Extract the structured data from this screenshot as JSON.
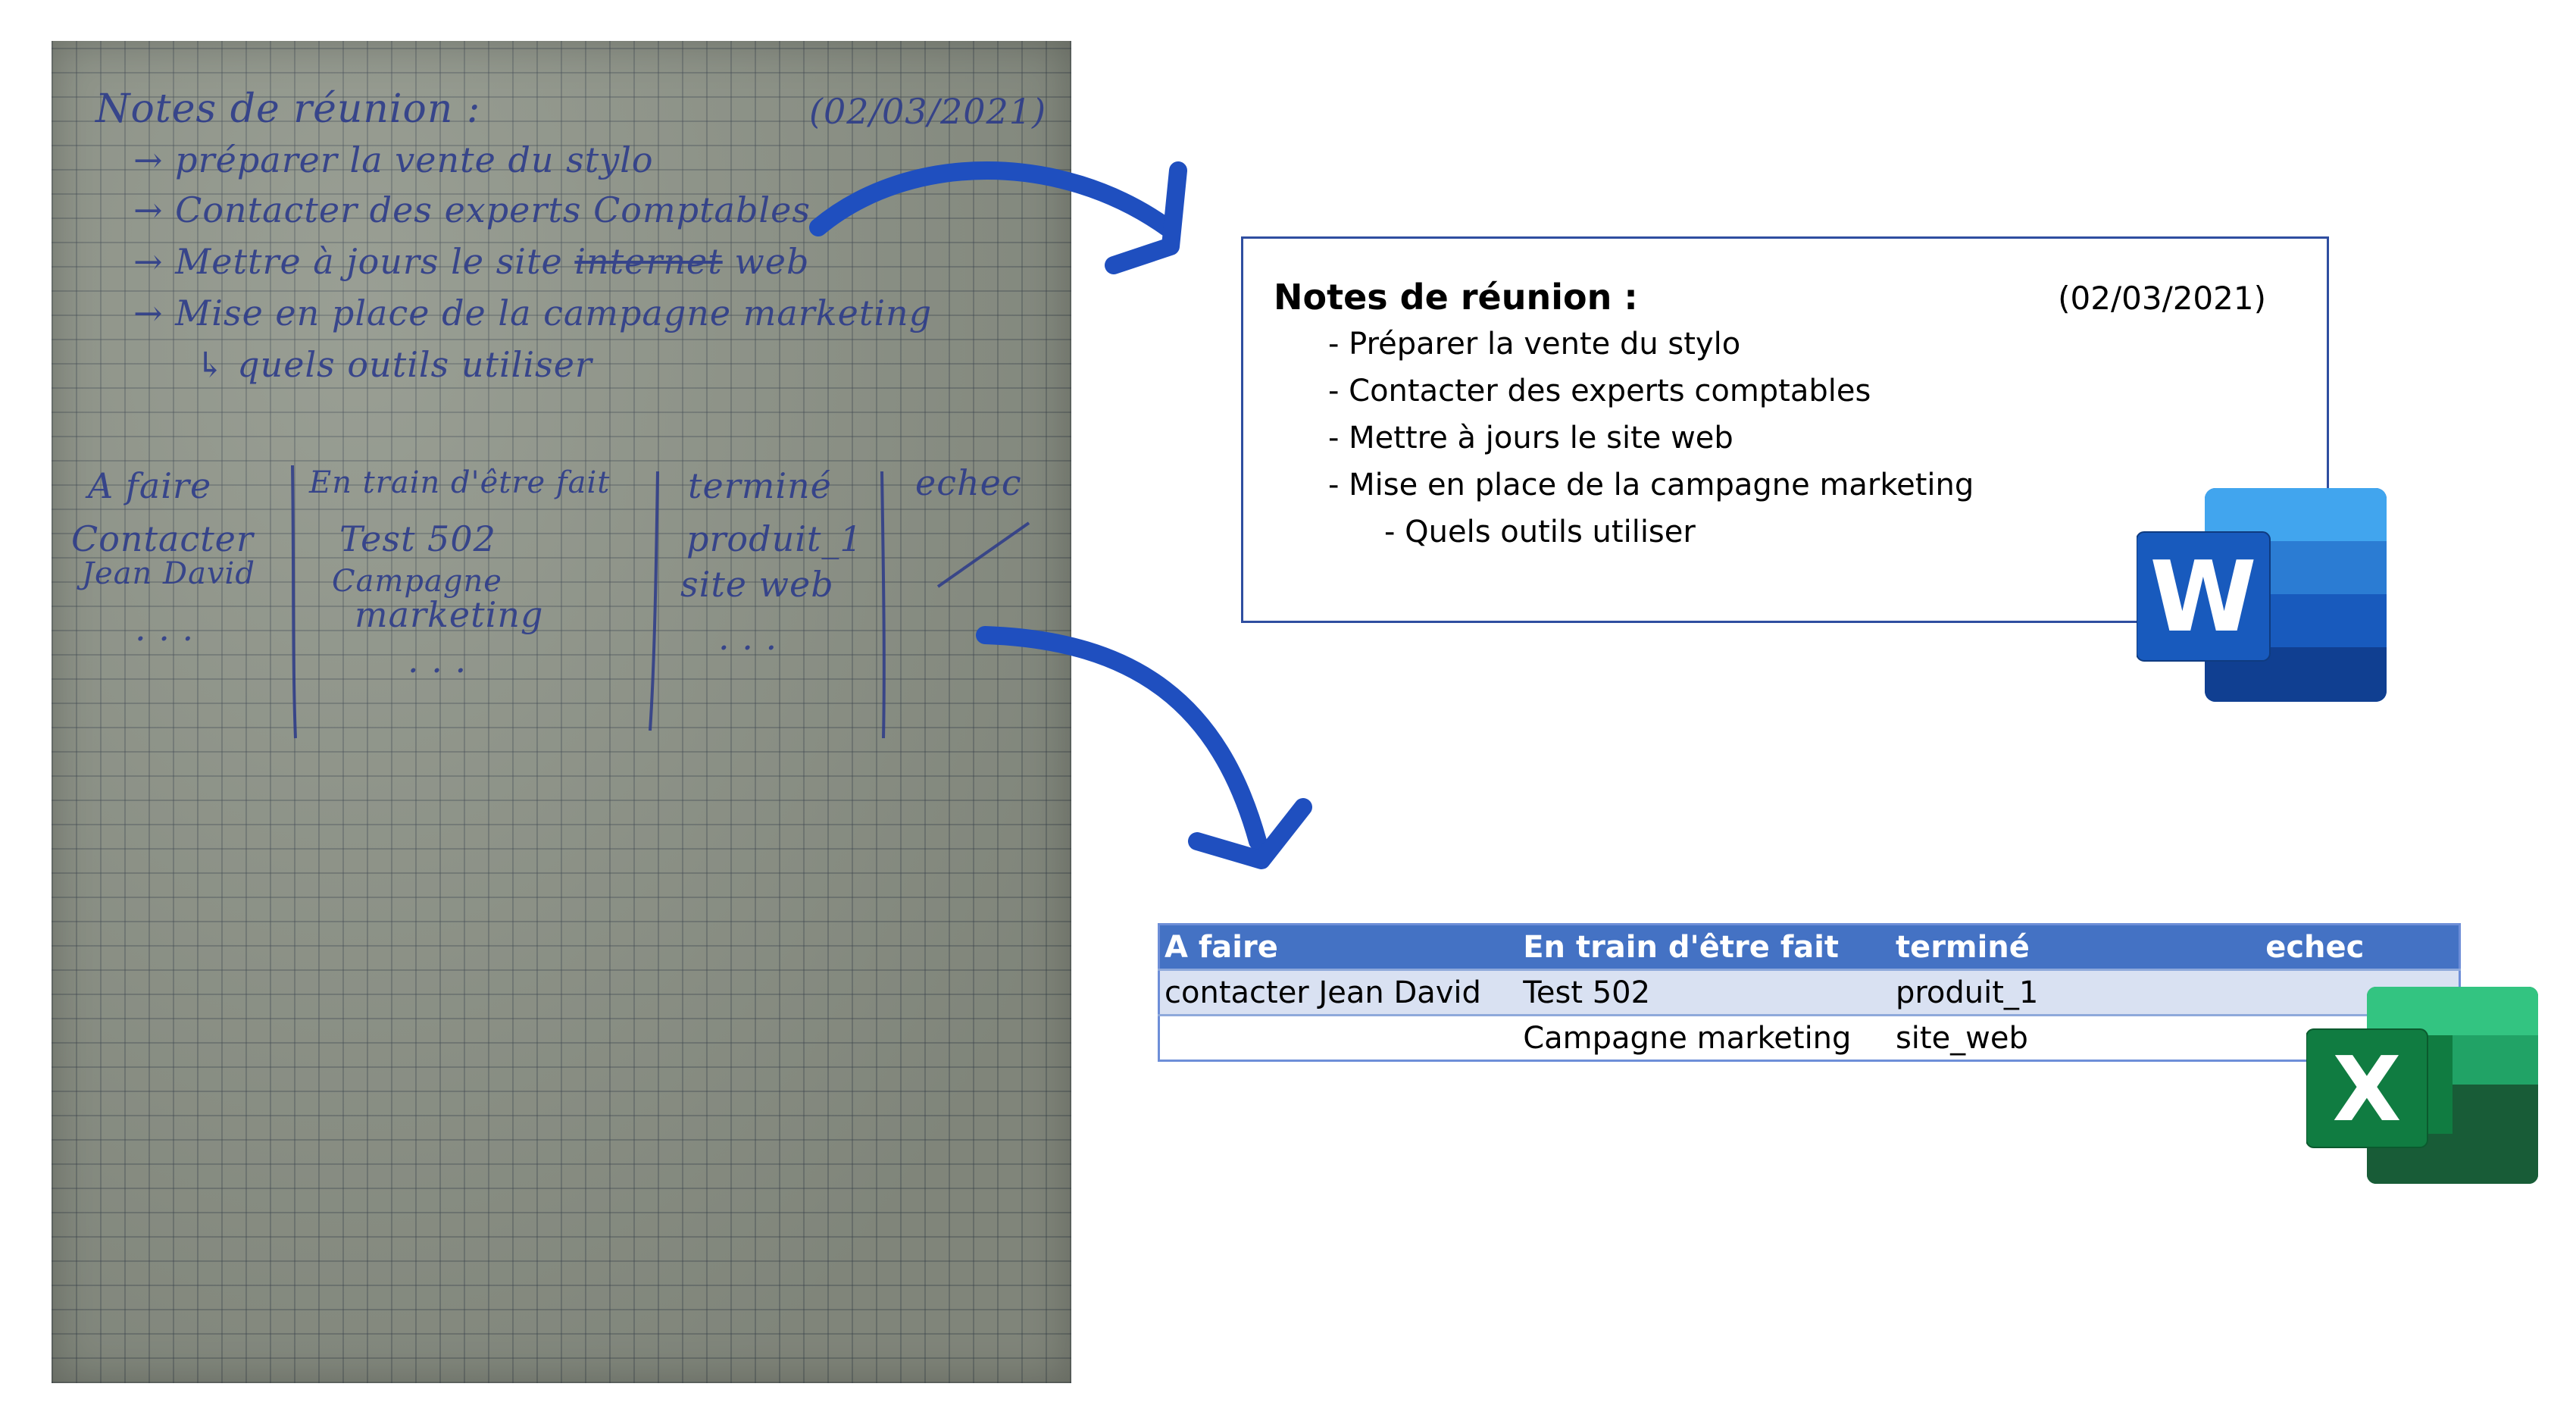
{
  "handwritten": {
    "title": "Notes de réunion :",
    "date": "(02/03/2021)",
    "items": [
      "→ préparer la vente du stylo",
      "→ Contacter des experts Comptables",
      "→ Mettre à jours le site",
      "→ Mise en place de la campagne marketing",
      "↳ quels outils utiliser"
    ],
    "strike_word": "internet",
    "after_strike": "web",
    "columns": [
      "A faire",
      "En train d'être fait",
      "terminé",
      "echec"
    ],
    "col1": [
      "Contacter",
      "Jean David",
      ". . ."
    ],
    "col2": [
      "Test 502",
      "Campagne",
      "marketing",
      ". . ."
    ],
    "col3": [
      "produit_1",
      "site web",
      ". . ."
    ]
  },
  "word": {
    "title": "Notes de réunion :",
    "date": "(02/03/2021)",
    "lines": [
      "- Préparer la vente du stylo",
      "- Contacter des experts comptables",
      "- Mettre à jours le site web",
      "- Mise en place de la campagne marketing",
      "- Quels outils utiliser"
    ],
    "icon_letter": "W"
  },
  "excel": {
    "headers": [
      "A faire",
      "En train d'être fait",
      "terminé",
      "echec"
    ],
    "rows": [
      [
        "contacter Jean David",
        "Test 502",
        "produit_1",
        ""
      ],
      [
        "",
        "Campagne marketing",
        "site_web",
        ""
      ]
    ],
    "icon_letter": "X"
  },
  "colors": {
    "arrow": "#1f4fbf",
    "word_dark": "#185abd",
    "excel_dark": "#107c41",
    "table_header": "#4472c4",
    "table_band": "#d9e1f2"
  }
}
